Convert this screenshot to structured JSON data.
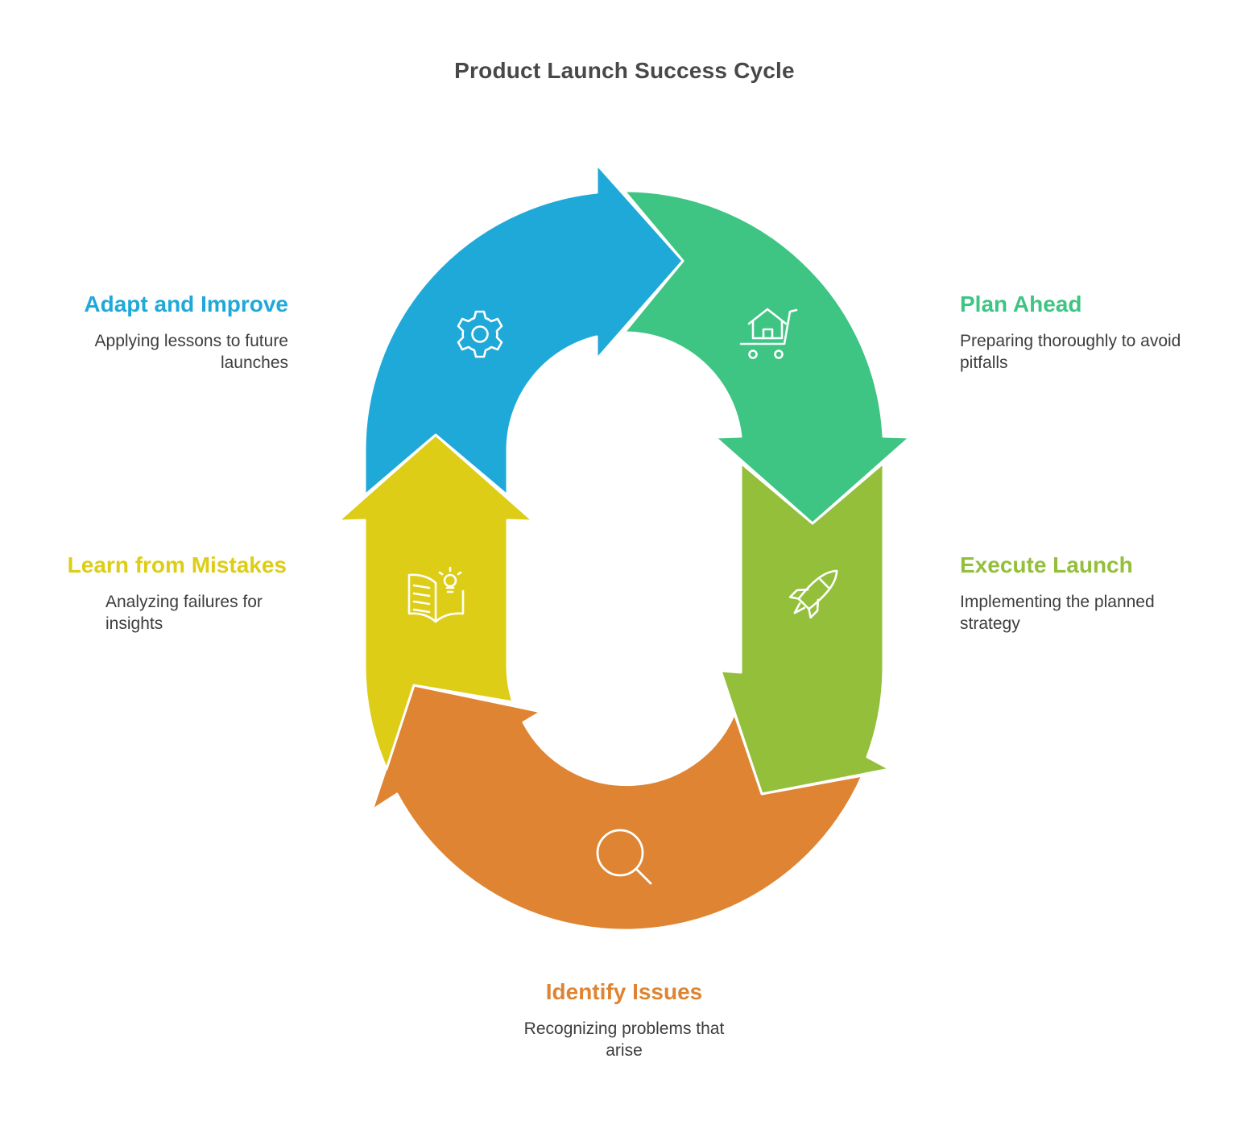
{
  "title": "Product Launch Success Cycle",
  "colors": {
    "adapt": "#1FA9D9",
    "plan": "#3EC483",
    "execute": "#93BF3B",
    "identify": "#DE8432",
    "learn": "#DDCD16",
    "icon_stroke": "#FFFFFF"
  },
  "steps": [
    {
      "id": "plan",
      "title": "Plan Ahead",
      "description": "Preparing thoroughly to avoid pitfalls",
      "icon": "home-cart-icon"
    },
    {
      "id": "execute",
      "title": "Execute Launch",
      "description": "Implementing the planned strategy",
      "icon": "rocket-icon"
    },
    {
      "id": "identify",
      "title": "Identify Issues",
      "description": "Recognizing problems that arise",
      "icon": "magnifier-icon"
    },
    {
      "id": "learn",
      "title": "Learn from Mistakes",
      "description": "Analyzing failures for insights",
      "icon": "book-lightbulb-icon"
    },
    {
      "id": "adapt",
      "title": "Adapt and Improve",
      "description": "Applying lessons to future launches",
      "icon": "gear-icon"
    }
  ]
}
